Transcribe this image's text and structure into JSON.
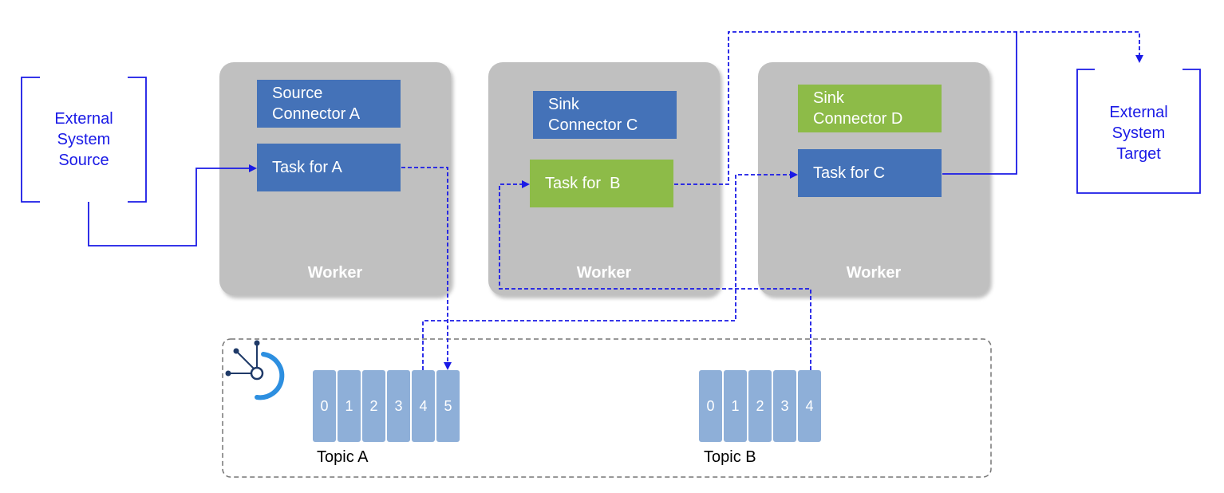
{
  "external_source": {
    "line1": "External",
    "line2": "System",
    "line3": "Source"
  },
  "external_target": {
    "line1": "External",
    "line2": "System",
    "line3": "Target"
  },
  "workers": [
    {
      "label": "Worker",
      "connector": {
        "line1": "Source",
        "line2": "Connector A"
      },
      "task": "Task for A"
    },
    {
      "label": "Worker",
      "connector": {
        "line1": "Sink",
        "line2": "Connector C"
      },
      "task": "Task for  B"
    },
    {
      "label": "Worker",
      "connector": {
        "line1": "Sink",
        "line2": "Connector D"
      },
      "task": "Task for C"
    }
  ],
  "topics": [
    {
      "label": "Topic A",
      "partitions": [
        "0",
        "1",
        "2",
        "3",
        "4",
        "5"
      ]
    },
    {
      "label": "Topic B",
      "partitions": [
        "0",
        "1",
        "2",
        "3",
        "4"
      ]
    }
  ],
  "colors": {
    "worker_bg": "#c0c0c0",
    "connector_blue": "#4472b8",
    "connector_green": "#8dbb48",
    "partition": "#8eafd8",
    "arrow": "#1a1ae6",
    "cluster_border": "#777777"
  },
  "icons": {
    "cluster": "kafka-cluster-icon"
  }
}
